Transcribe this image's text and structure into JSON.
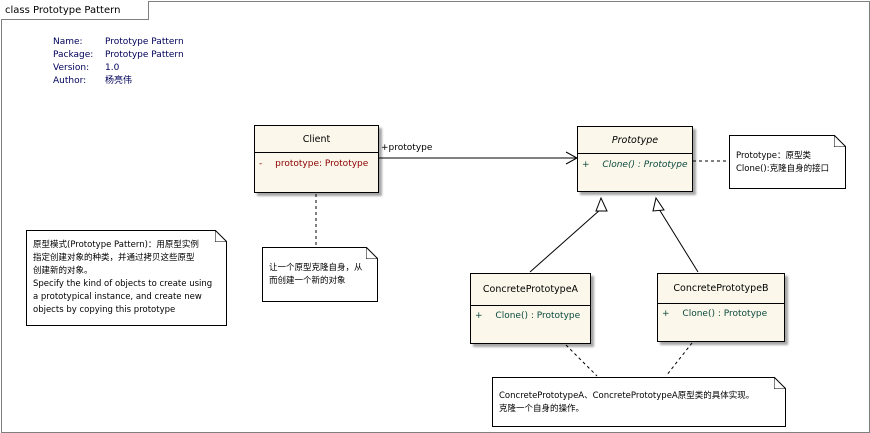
{
  "frame": {
    "title": "class Prototype Pattern"
  },
  "meta": {
    "rows": [
      {
        "key": "Name:",
        "value": "Prototype Pattern"
      },
      {
        "key": "Package:",
        "value": "Prototype Pattern"
      },
      {
        "key": "Version:",
        "value": "1.0"
      },
      {
        "key": "Author:",
        "value": "杨亮伟"
      }
    ]
  },
  "classes": {
    "client": {
      "name": "Client",
      "member_prefix": "-",
      "member": "prototype:  Prototype"
    },
    "prototype": {
      "name": "Prototype",
      "member_prefix": "+",
      "member": "Clone() : Prototype"
    },
    "concrete_a": {
      "name": "ConcretePrototypeA",
      "member_prefix": "+",
      "member": "Clone() : Prototype"
    },
    "concrete_b": {
      "name": "ConcretePrototypeB",
      "member_prefix": "+",
      "member": "Clone() : Prototype"
    }
  },
  "association": {
    "label": "+prototype"
  },
  "notes": {
    "pattern": [
      "原型模式(Prototype Pattern)：用原型实例",
      "指定创建对象的种类，并通过拷贝这些原型",
      "创建新的对象。",
      "Specify the kind of objects to create using",
      "a prototypical instance, and create new",
      "objects by copying this prototype"
    ],
    "client": [
      "让一个原型克隆自身，从",
      "而创建一个新的对象"
    ],
    "prototype": [
      "Prototype：原型类",
      "Clone():克隆自身的接口"
    ],
    "concrete": [
      "ConcretePrototypeA、ConcretePrototypeA原型类的具体实现。",
      "克隆一个自身的操作。"
    ]
  }
}
